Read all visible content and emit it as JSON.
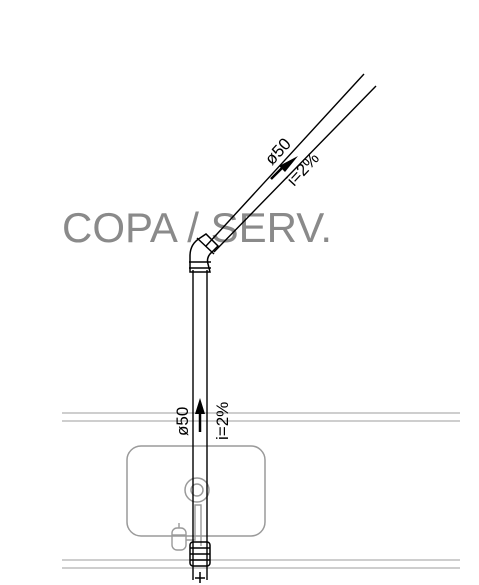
{
  "room_label": "COPA / SERV.",
  "pipes": [
    {
      "diameter": "ø50",
      "slope": "i=2%"
    },
    {
      "diameter": "ø50",
      "slope": "i=2%"
    }
  ],
  "colors": {
    "pipe": "#000000",
    "fixture": "#9a9a9a",
    "wall": "#b0b0b0",
    "label": "#8a8a8a"
  },
  "icons": {
    "flow_direction": "flow-arrow-icon",
    "fixture": "washbasin-icon",
    "drain": "drain-icon"
  }
}
